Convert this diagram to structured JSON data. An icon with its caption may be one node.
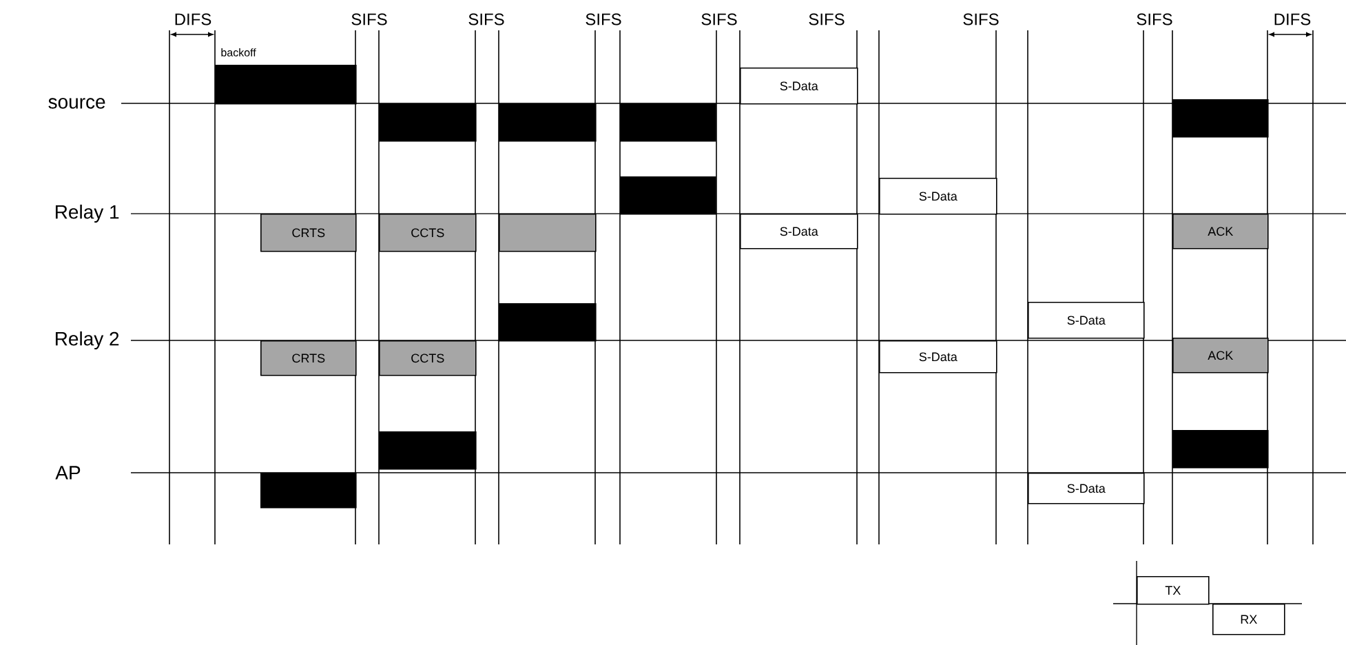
{
  "diagram": {
    "nodes": [
      {
        "text": [],
        "shape": "bar"
      },
      {
        "text": [
          "S-Data"
        ]
      },
      {
        "text": [],
        "shape": "bar"
      },
      {
        "text": [],
        "shape": "bar"
      },
      {
        "text": [],
        "shape": "bar"
      },
      {
        "text": [],
        "shape": "bar"
      },
      {
        "text": [],
        "shape": "bar"
      },
      {
        "text": [
          "S-Data"
        ]
      },
      {
        "text": [
          "CRTS"
        ]
      },
      {
        "text": [
          "CCTS"
        ]
      },
      {
        "text": [],
        "shape": "box"
      },
      {
        "text": [
          "S-Data"
        ]
      },
      {
        "text": [
          "ACK"
        ]
      },
      {
        "text": [],
        "shape": "bar"
      },
      {
        "text": [
          "S-Data"
        ]
      },
      {
        "text": [
          "CRTS"
        ]
      },
      {
        "text": [
          "CCTS"
        ]
      },
      {
        "text": [
          "S-Data"
        ]
      },
      {
        "text": [
          "ACK"
        ]
      },
      {
        "text": [],
        "shape": "bar"
      },
      {
        "text": [],
        "shape": "bar"
      },
      {
        "text": [],
        "shape": "bar"
      },
      {
        "text": [
          "S-Data"
        ]
      },
      {
        "text": [
          "TX"
        ]
      },
      {
        "text": [
          "RX"
        ]
      }
    ],
    "labels": [
      "DIFS",
      "SIFS",
      "SIFS",
      "SIFS",
      "SIFS",
      "SIFS",
      "SIFS",
      "SIFS",
      "DIFS",
      "backoff",
      "source",
      "Relay 1",
      "Relay 2",
      "AP"
    ]
  }
}
